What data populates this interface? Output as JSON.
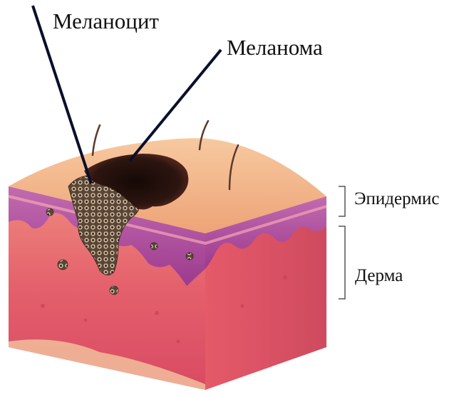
{
  "labels": {
    "melanocyte": "Меланоцит",
    "melanoma": "Меланома",
    "epidermis": "Эпидермис",
    "dermis": "Дерма"
  },
  "colors": {
    "skin_top": "#f2b788",
    "epidermis_band": "#b04aa0",
    "dermis_front": "#e0606e",
    "dermis_side": "#d24c5e",
    "melanoma": "#2a1410",
    "melanocyte_cells": "#4a3a2e",
    "hair": "#5b3a2a",
    "leader_line": "#0a0f2a"
  }
}
